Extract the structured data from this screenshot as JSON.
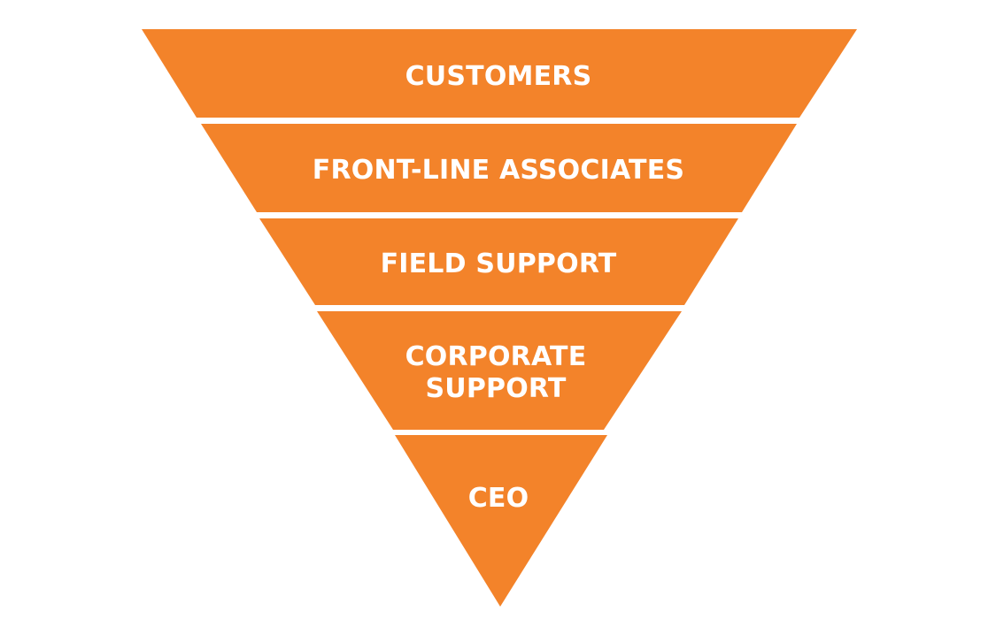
{
  "colors": {
    "tier_fill": "#F3832A",
    "label_text": "#FFFFFF",
    "background": "#FFFFFF"
  },
  "tiers": [
    {
      "lines": [
        "CUSTOMERS"
      ]
    },
    {
      "lines": [
        "FRONT-LINE ASSOCIATES"
      ]
    },
    {
      "lines": [
        "FIELD SUPPORT"
      ]
    },
    {
      "lines": [
        "CORPORATE",
        "SUPPORT"
      ]
    },
    {
      "lines": [
        "CEO"
      ]
    }
  ]
}
